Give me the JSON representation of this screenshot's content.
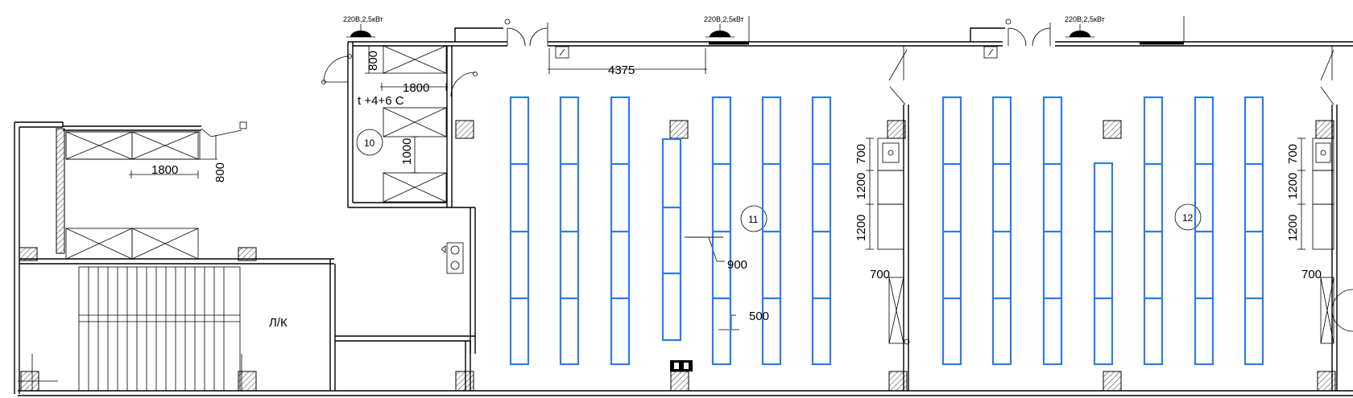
{
  "power_outlets": [
    {
      "id": "outlet-1",
      "label": "220В,2,5кВт"
    },
    {
      "id": "outlet-2",
      "label": "220В,2,5кВт"
    },
    {
      "id": "outlet-3",
      "label": "220В,2,5кВт"
    }
  ],
  "dimensions": {
    "d4375": "4375",
    "d1800_top": "1800",
    "d800_top": "800",
    "d1000": "1000",
    "d1800_left": "1800",
    "d800_left": "800",
    "d900": "900",
    "d500": "500",
    "r11_700": "700",
    "r11_1200a": "1200",
    "r11_1200b": "1200",
    "r11_700b": "700",
    "r12_700": "700",
    "r12_1200a": "1200",
    "r12_1200b": "1200",
    "r12_700b": "700"
  },
  "rooms": {
    "room10": "10",
    "room11": "11",
    "room12": "12",
    "stair_label": "Л/К",
    "cold_temp": "t +4+6 С"
  },
  "colors": {
    "rack": "#2f7bea",
    "walls": "#000000",
    "background": "#ffffff"
  }
}
